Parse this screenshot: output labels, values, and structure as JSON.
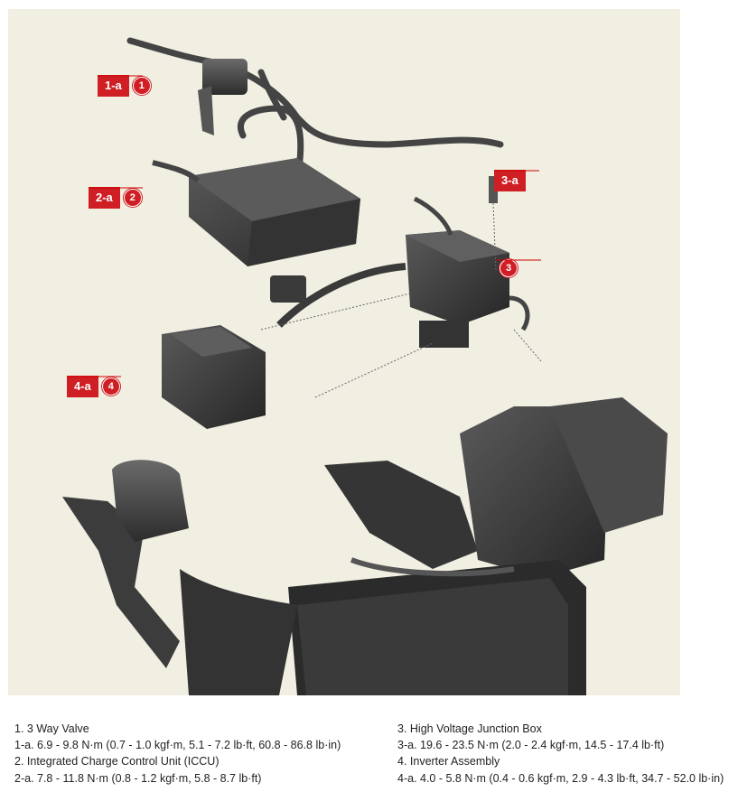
{
  "callouts": [
    {
      "tag": "1-a",
      "num": "1"
    },
    {
      "tag": "2-a",
      "num": "2"
    },
    {
      "tag": "3-a",
      "num": "3"
    },
    {
      "tag": "4-a",
      "num": "4"
    }
  ],
  "legend": {
    "left": [
      "1. 3 Way Valve",
      "1-a. 6.9 - 9.8 N·m (0.7 - 1.0 kgf·m, 5.1 - 7.2 lb·ft, 60.8 - 86.8 lb·in)",
      "2. Integrated Charge Control Unit (ICCU)",
      "2-a. 7.8 - 11.8 N·m (0.8 - 1.2 kgf·m, 5.8 - 8.7 lb·ft)"
    ],
    "right": [
      "3. High Voltage Junction Box",
      "3-a. 19.6 - 23.5 N·m (2.0 - 2.4 kgf·m, 14.5 - 17.4 lb·ft)",
      "4. Inverter Assembly",
      "4-a. 4.0 - 5.8 N·m (0.4 - 0.6 kgf·m, 2.9 - 4.3 lb·ft, 34.7 - 52.0 lb·in)"
    ]
  },
  "colors": {
    "callout_red": "#cf1f25",
    "background": "#f1efe2",
    "part_dark": "#3b3b3b"
  }
}
